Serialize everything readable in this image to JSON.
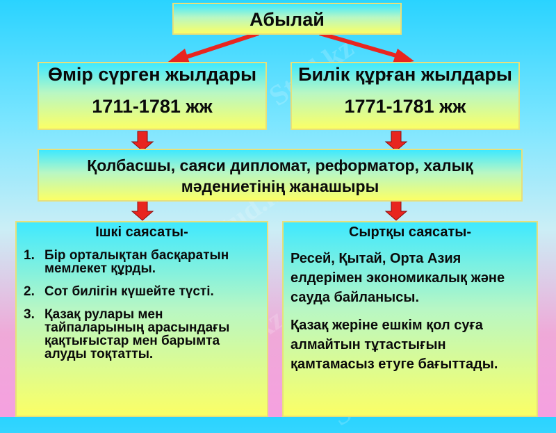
{
  "title": "Абылай",
  "watermark": "Stud.kz",
  "life": {
    "heading": "Өмір сүрген жылдары",
    "dates": "1711-1781 жж"
  },
  "reign": {
    "heading": "Билік құрған жылдары",
    "dates": "1771-1781 жж"
  },
  "roles": "Қолбасшы, саяси дипломат, реформатор, халық мәдениетінің жанашыры",
  "internal": {
    "heading": "Ішкі саясаты-",
    "items": [
      {
        "num": "1.",
        "text": "Бір орталықтан басқаратын мемлекет құрды."
      },
      {
        "num": "2.",
        "text": "Сот билігін күшейте түсті."
      },
      {
        "num": "3.",
        "text": "Қазақ рулары мен тайпаларының арасындағы қақтығыстар мен барымта алуды тоқтатты."
      }
    ]
  },
  "external": {
    "heading": "Сыртқы саясаты-",
    "paragraphs": [
      "Ресей, Қытай, Орта Азия елдерімен экономикалық және сауда байланысы.",
      "Қазақ жеріне ешкім қол суға алмайтын тұтастығын қамтамасыз етуге бағыттады."
    ]
  },
  "colors": {
    "arrow": "#e8251f",
    "arrow_stroke": "#8a0a0a",
    "box_border": "#e8e07a"
  }
}
